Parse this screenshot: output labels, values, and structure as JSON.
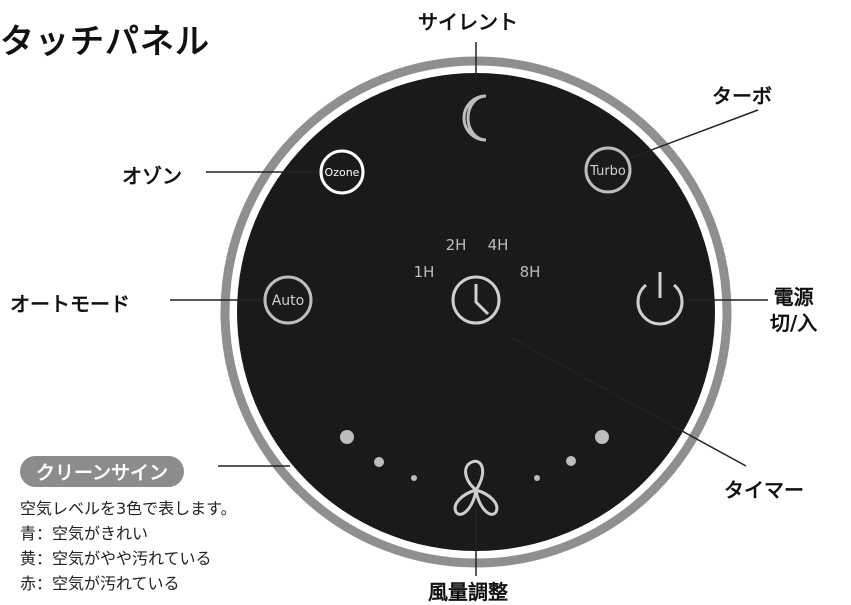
{
  "title": "タッチパネル",
  "labels": {
    "silent": "サイレント",
    "turbo": "ターボ",
    "ozone": "オゾン",
    "auto": "オートモード",
    "power_line1": "電源",
    "power_line2": "切/入",
    "timer": "タイマー",
    "fan": "風量調整",
    "clean_sign": "クリーンサイン"
  },
  "description": [
    "空気レベルを3色で表します。",
    "青：空気がきれい",
    "黄：空気がやや汚れている",
    "赤：空気が汚れている"
  ],
  "panel": {
    "ozone_button": "Ozone",
    "turbo_button": "Turbo",
    "auto_button": "Auto",
    "timer_options": [
      "1H",
      "2H",
      "4H",
      "8H"
    ]
  },
  "colors": {
    "panel": "#1a1a1a",
    "ring": "#8f8f8f",
    "button_outline": "#bdbdbd",
    "ozone_outline": "#ffffff",
    "pill": "#8c8c8c"
  }
}
